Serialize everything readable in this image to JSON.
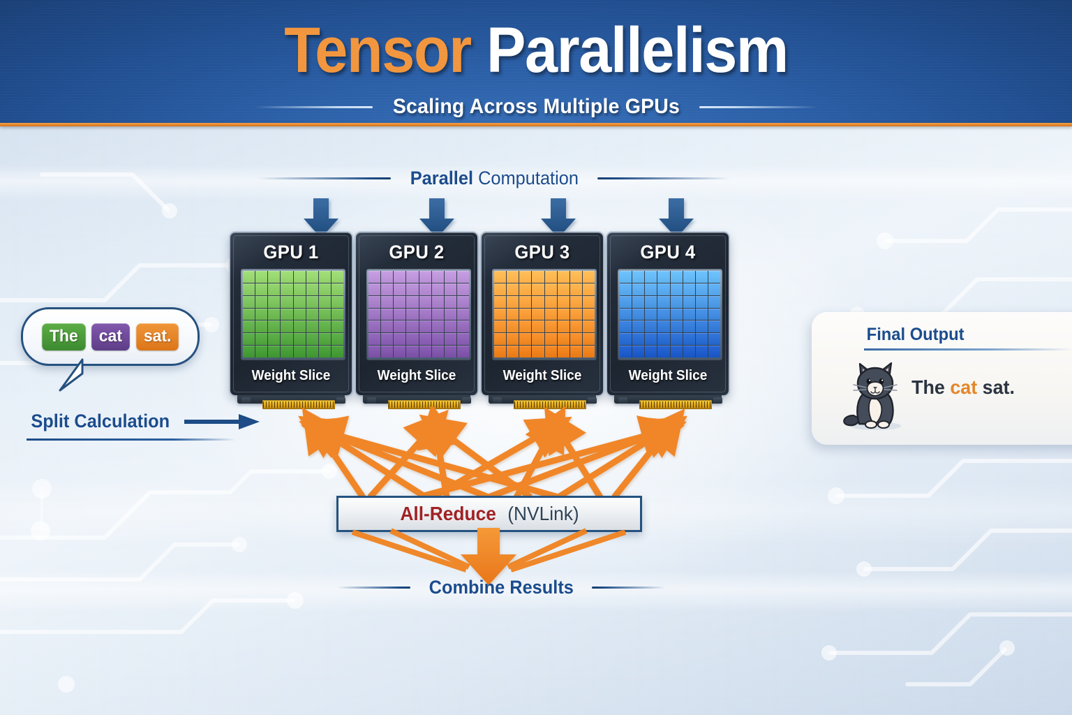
{
  "header": {
    "title_part1": "Tensor",
    "title_part2": "Parallelism",
    "subtitle": "Scaling Across Multiple GPUs",
    "accent_orange": "#f2963e",
    "band_blue": "#2b5fa7",
    "divider_orange": "#e8882c"
  },
  "labels": {
    "parallel_bold": "Parallel",
    "parallel_light": "Computation",
    "split": "Split Calculation",
    "combine": "Combine Results"
  },
  "gpus": [
    {
      "title": "GPU 1",
      "sub": "Weight Slice",
      "color_top": "#92d06a",
      "color_bottom": "#3f9630",
      "accent": "#5aa83e"
    },
    {
      "title": "GPU 2",
      "sub": "Weight Slice",
      "color_top": "#b88fd4",
      "color_bottom": "#7b4fa6",
      "accent": "#9c6dc0"
    },
    {
      "title": "GPU 3",
      "sub": "Weight Slice",
      "color_top": "#fbb04a",
      "color_bottom": "#e87a16",
      "accent": "#f4902b"
    },
    {
      "title": "GPU 4",
      "sub": "Weight Slice",
      "color_top": "#5fb4ef",
      "color_bottom": "#1756c4",
      "accent": "#2f82dd"
    }
  ],
  "grid": {
    "columns": 8,
    "rows": 7
  },
  "bubble": {
    "tokens": [
      {
        "text": "The",
        "color": "#4a9a3c"
      },
      {
        "text": "cat",
        "color": "#6f4b9b"
      },
      {
        "text": "sat.",
        "color": "#e8862a"
      }
    ]
  },
  "allreduce": {
    "main": "All-Reduce",
    "sub": "(NVLink)",
    "main_color": "#a02224",
    "sub_color": "#2f4356"
  },
  "final_output": {
    "title": "Final Output",
    "sentence_pre": "The ",
    "sentence_highlight": "cat",
    "sentence_post": " sat.",
    "highlight_color": "#e3872b",
    "icon": "cat-illustration"
  },
  "arrows": {
    "down_arrow_color": "#2c5683",
    "mesh_arrow_color": "#f08320"
  }
}
